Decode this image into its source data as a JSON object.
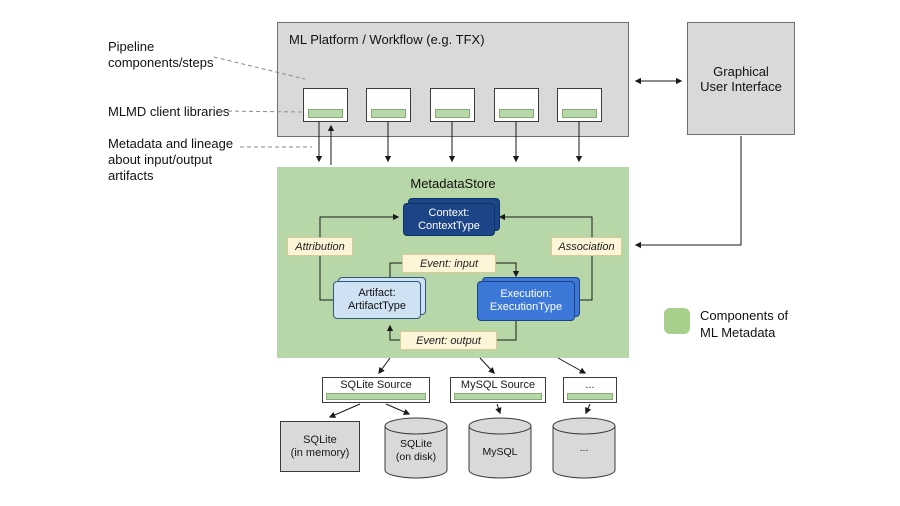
{
  "colors": {
    "gray_fill": "#d9d9d9",
    "green_fill": "#b7d7a8",
    "green_bar": "#b6d7a8",
    "context_fill": "#1c4587",
    "artifact_fill": "#cfe2f3",
    "execution_fill": "#3c78d8",
    "label_fill": "#fdf5d7",
    "label_border": "#d8ca96",
    "legend_green": "#a8d08d"
  },
  "annotations": {
    "pipeline": "Pipeline\ncomponents/steps",
    "mlmd_clients": "MLMD client libraries",
    "metadata_lineage": "Metadata and lineage\nabout input/output\nartifacts"
  },
  "platform": {
    "title": "ML Platform / Workflow (e.g. TFX)"
  },
  "gui": {
    "label": "Graphical\nUser Interface"
  },
  "store": {
    "title": "MetadataStore",
    "context": "Context:\nContextType",
    "artifact": "Artifact:\nArtifactType",
    "execution": "Execution:\nExecutionType",
    "attribution": "Attribution",
    "association": "Association",
    "event_input": "Event: input",
    "event_output": "Event: output"
  },
  "sources": [
    {
      "label": "SQLite Source"
    },
    {
      "label": "MySQL Source"
    },
    {
      "label": "..."
    }
  ],
  "databases": [
    {
      "label": "SQLite\n(in memory)"
    },
    {
      "label": "SQLite\n(on disk)"
    },
    {
      "label": "MySQL"
    },
    {
      "label": "..."
    }
  ],
  "legend": {
    "label": "Components of\nML Metadata"
  }
}
